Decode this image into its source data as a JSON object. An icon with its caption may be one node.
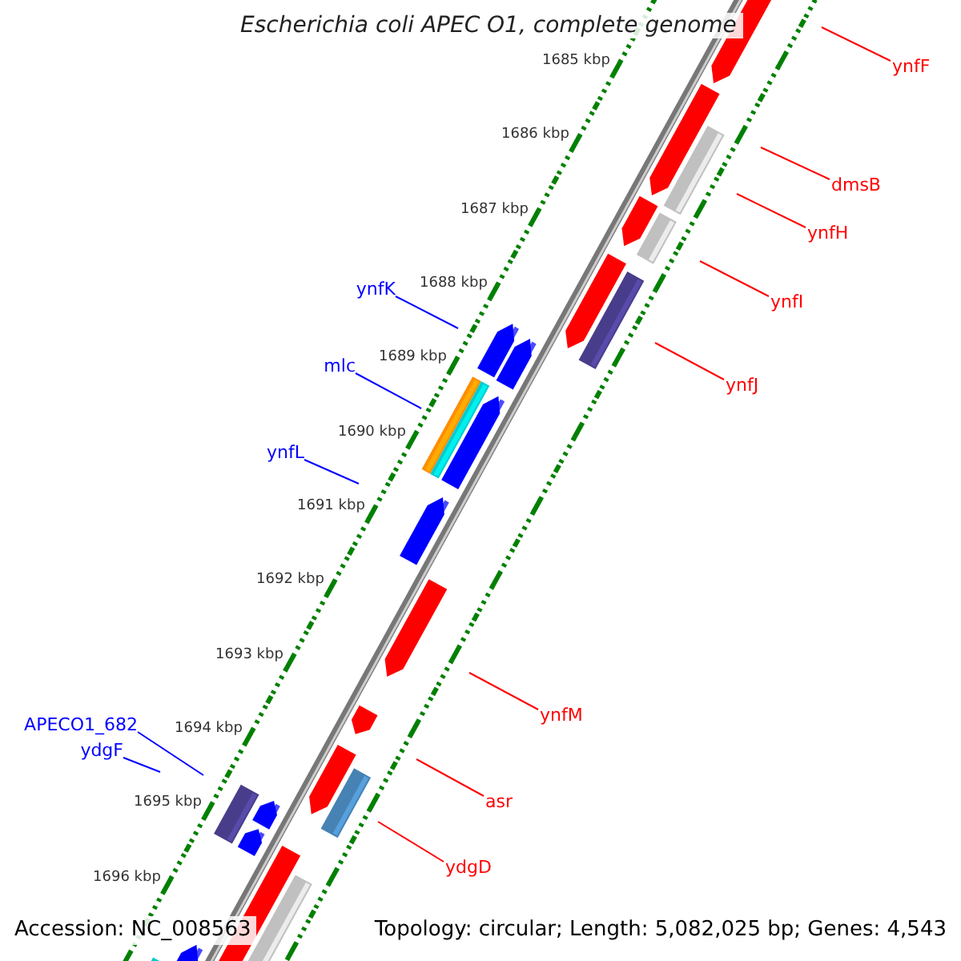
{
  "diagram": {
    "title": "Escherichia coli APEC O1, complete genome",
    "nodes": [
      {
        "text": [
          "ynfF"
        ]
      },
      {
        "text": [
          "dmsB"
        ]
      },
      {
        "text": [
          "ynfH"
        ]
      },
      {
        "text": [
          "ynfK"
        ]
      },
      {
        "text": [
          "ynfI"
        ]
      },
      {
        "text": [
          "mlc"
        ]
      },
      {
        "text": [
          "ynfJ"
        ]
      },
      {
        "text": [
          "ynfL"
        ]
      },
      {
        "text": [
          "ynfM"
        ]
      },
      {
        "text": [
          "APECO1_682"
        ]
      },
      {
        "text": [
          "ydgF"
        ]
      },
      {
        "text": [
          "asr"
        ]
      },
      {
        "text": [
          "ydgD"
        ]
      }
    ],
    "edges": [
      {
        "from": 0,
        "to": null,
        "arrow": "none"
      },
      {
        "from": 1,
        "to": null,
        "arrow": "none"
      },
      {
        "from": 2,
        "to": null,
        "arrow": "none"
      },
      {
        "from": 3,
        "to": null,
        "arrow": "none",
        "color": "#0000ff"
      },
      {
        "from": 4,
        "to": null,
        "arrow": "none"
      },
      {
        "from": 5,
        "to": null,
        "arrow": "none",
        "color": "#0000ff"
      },
      {
        "from": 6,
        "to": null,
        "arrow": "none"
      },
      {
        "from": 7,
        "to": null,
        "arrow": "none",
        "color": "#0000ff"
      },
      {
        "from": 8,
        "to": null,
        "arrow": "none"
      },
      {
        "from": 9,
        "to": null,
        "arrow": "none",
        "color": "#0000ff"
      },
      {
        "from": 10,
        "to": null,
        "arrow": "none",
        "color": "#0000ff"
      },
      {
        "from": 11,
        "to": null,
        "arrow": "none"
      },
      {
        "from": 12,
        "to": null,
        "arrow": "none"
      }
    ],
    "labels": [
      "1685 kbp",
      "1686 kbp",
      "1687 kbp",
      "1688 kbp",
      "1689 kbp",
      "1690 kbp",
      "1691 kbp",
      "1692 kbp",
      "1693 kbp",
      "1694 kbp",
      "1695 kbp",
      "1696 kbp",
      "Accession: NC_008563",
      "Topology: circular; Length: 5,082,025 bp; Genes: 4,543"
    ]
  }
}
